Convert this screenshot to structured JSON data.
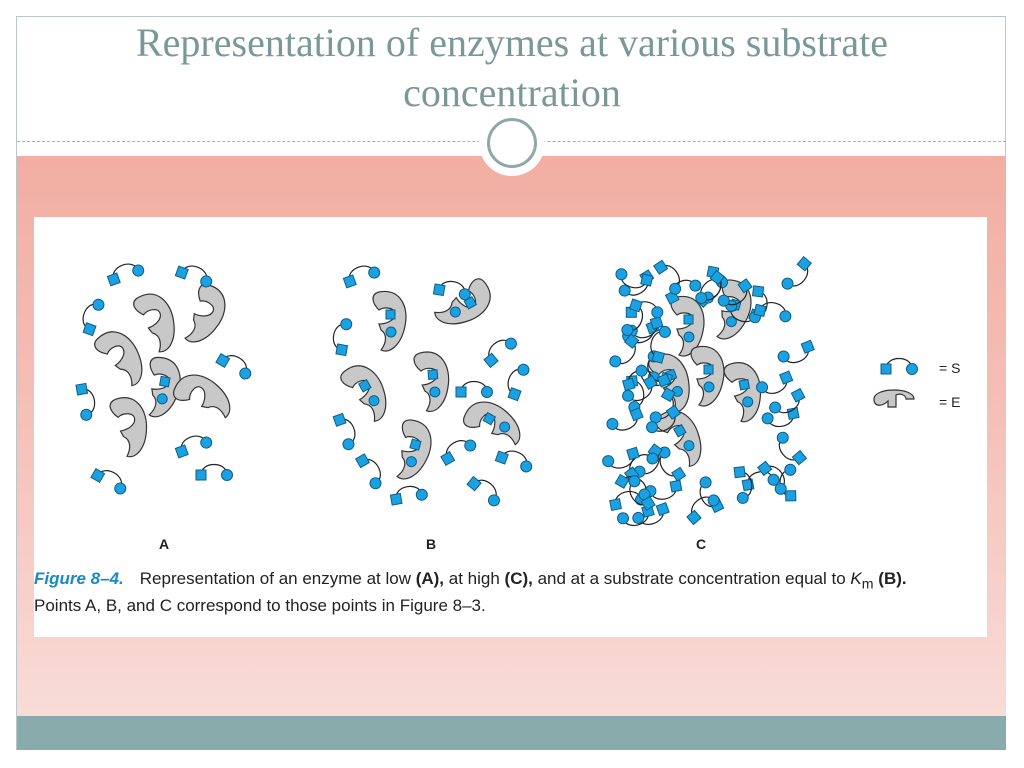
{
  "slide": {
    "title": "Representation of enzymes at various substrate concentration"
  },
  "figure": {
    "panel_labels": [
      "A",
      "B",
      "C"
    ],
    "legend": {
      "substrate": "= S",
      "enzyme": "= E"
    },
    "caption": {
      "label": "Figure 8–4.",
      "text_1": "Representation of an enzyme at low ",
      "a": "(A),",
      "text_2": " at high ",
      "c": "(C),",
      "text_3": " and at a substrate concentration equal to ",
      "km_k": "K",
      "km_sub": "m",
      "b": "(B).",
      "text_4": " Points A, B, and C correspond to those points in Figure 8–3."
    }
  },
  "colors": {
    "title": "#7a9898",
    "substrate_fill": "#1ba1e2",
    "enzyme_fill": "#c8c8c8",
    "caption_label": "#1a87c8",
    "band_top": "#f2aea2",
    "footer": "#89abab"
  }
}
